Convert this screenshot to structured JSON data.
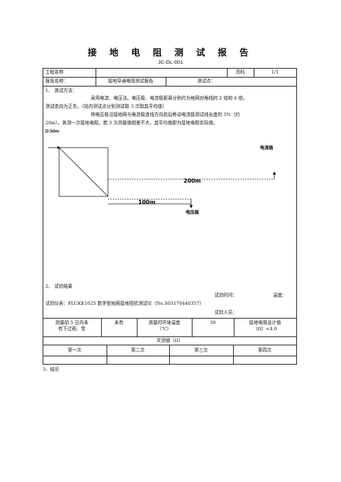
{
  "header": {
    "title": "接 地 电 阻 测 试 报 告",
    "doc_no": "JC-DL-001"
  },
  "info": {
    "project_label": "工程名称",
    "page_label": "页码",
    "page_value": "1/1",
    "report_label": "报告名称：",
    "report_value": "接地导通电阻测试报告",
    "test_point_label": "测试点："
  },
  "method": {
    "heading": "1、 测试方法：",
    "line1": "采用电流、电压法。电压极、电流极距离分别约为地网对角线的 2 倍和 4 倍，",
    "line2": "测试走向为正东。（站内测试点分别测试取 3 次取其平均值）",
    "line3": "将电压极沿接地网与电流极连线方向前后移动电流极测试线长度的  5%（约",
    "line4": "20m），各测一次接地电阻，若 3 次测量值相差不大，其平均值即为接地电阻实际值。",
    "d_label": "D:50m"
  },
  "diagram": {
    "current_pole_label": "电流极",
    "voltage_pole_label": "电压极",
    "distance_200": "200m",
    "distance_100": "100m"
  },
  "results": {
    "heading": "2、 试验结果",
    "test_time_label": "试验时间：",
    "temperature_label": "温度：",
    "instrument": "试验仪表：FLUKE1625 数字型地网接地阻抗测试仪（No.S03170440357）",
    "tester_label": "试验人员："
  },
  "table": {
    "r1c1_line1": "测量前 5 日内未",
    "r1c1_line2": "有下过雨、雪",
    "r1c2": "未有",
    "r1c3_line1": "测量时环境温度",
    "r1c3_line2": "（℃）",
    "r1c4": "30",
    "r1c5_line1": "接地电阻设计值",
    "r1c5_line2": "（Ω）<4.0",
    "measured_label": "实测值（Ω）",
    "columns": [
      "第一次",
      "第二次",
      "第三次",
      "第四次"
    ]
  },
  "conclusion": {
    "heading": "3、结论"
  }
}
